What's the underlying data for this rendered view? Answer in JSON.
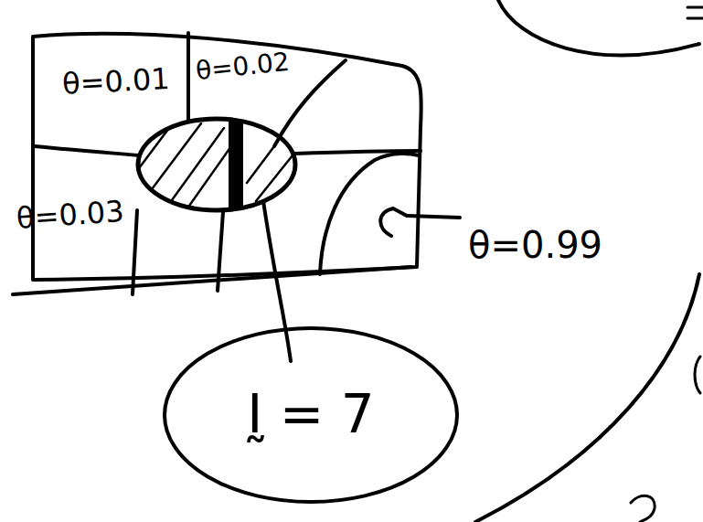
{
  "diagram": {
    "nodes": [
      {
        "text": [
          "Ḭ = 7"
        ]
      }
    ],
    "labels": [
      "θ=0.01",
      "θ=0.02",
      "θ=0.03",
      "θ=0.99"
    ]
  }
}
